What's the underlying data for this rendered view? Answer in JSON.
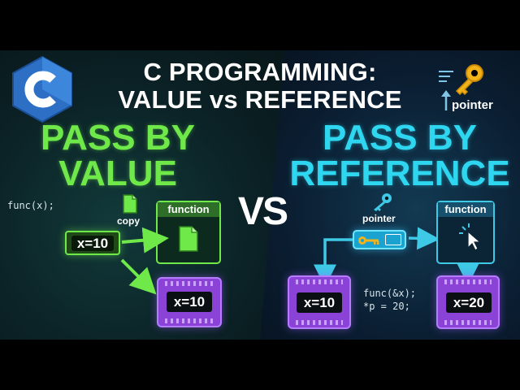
{
  "title": {
    "line1": "C PROGRAMMING:",
    "line2": "VALUE vs REFERENCE"
  },
  "left": {
    "heading_line1": "PASS BY",
    "heading_line2": "VALUE",
    "code": "func(x);",
    "copy_label": "copy",
    "function_label": "function",
    "source_value": "x=10",
    "result_value": "x=10",
    "accent": "#6fe84a"
  },
  "vs_label": "VS",
  "right": {
    "heading_line1": "PASS BY",
    "heading_line2": "REFERENCE",
    "pointer_label": "pointer",
    "function_label": "function",
    "source_value": "x=10",
    "result_value": "x=20",
    "code_line1": "func(&x);",
    "code_line2": "*p = 20;",
    "accent": "#2fd6f0"
  },
  "badge": {
    "label": "pointer",
    "icon": "key-icon"
  },
  "logo": {
    "letter": "C",
    "icon": "c-language-logo"
  }
}
